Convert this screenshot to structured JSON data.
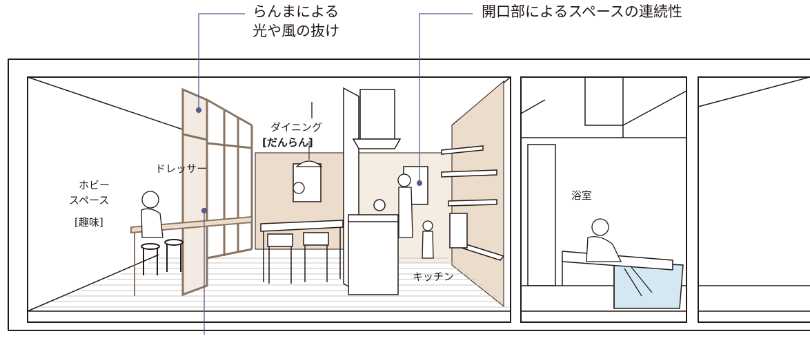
{
  "callouts": {
    "ranma_line1": "らんまによる",
    "ranma_line2": "光や風の抜け",
    "continuity": "開口部によるスペースの連続性"
  },
  "rooms": {
    "hobby_line1": "ホビー",
    "hobby_line2": "スペース",
    "hobby_line3": "[趣味]",
    "dresser": "ドレッサー",
    "dining_line1": "ダイニング",
    "dining_line2": "[だんらん]",
    "kitchen": "キッチン",
    "bath": "浴室"
  },
  "colors": {
    "leader_line": "#5a5a8a",
    "wall_tint": "#ecdccb",
    "water": "#d4e8f4",
    "ink": "#231815"
  }
}
